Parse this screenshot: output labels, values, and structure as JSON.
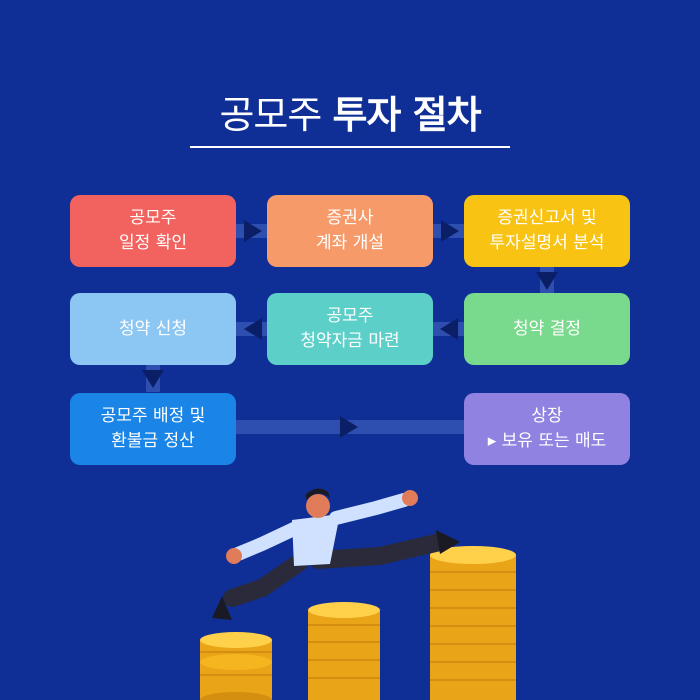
{
  "title": {
    "light": "공모주",
    "bold": "투자 절차"
  },
  "steps": [
    {
      "line1": "공모주",
      "line2": "일정 확인",
      "color": "#f2635f"
    },
    {
      "line1": "증권사",
      "line2": "계좌 개설",
      "color": "#f79a6a"
    },
    {
      "line1": "증권신고서 및",
      "line2": "투자설명서 분석",
      "color": "#f9c313"
    },
    {
      "line1": "청약 결정",
      "line2": "",
      "color": "#79d98c"
    },
    {
      "line1": "공모주",
      "line2": "청약자금 마련",
      "color": "#5ccfc9"
    },
    {
      "line1": "청약 신청",
      "line2": "",
      "color": "#8cc6f2"
    },
    {
      "line1": "공모주 배정 및",
      "line2": "환불금 정산",
      "color": "#1a85e6"
    },
    {
      "line1": "상장",
      "line2": "▸ 보유 또는 매도",
      "color": "#8f82e0"
    }
  ],
  "colors": {
    "background": "#0f2f96",
    "connector": "#2f4fb0",
    "arrow": "#0a1f66",
    "coin": "#f5b51f"
  }
}
